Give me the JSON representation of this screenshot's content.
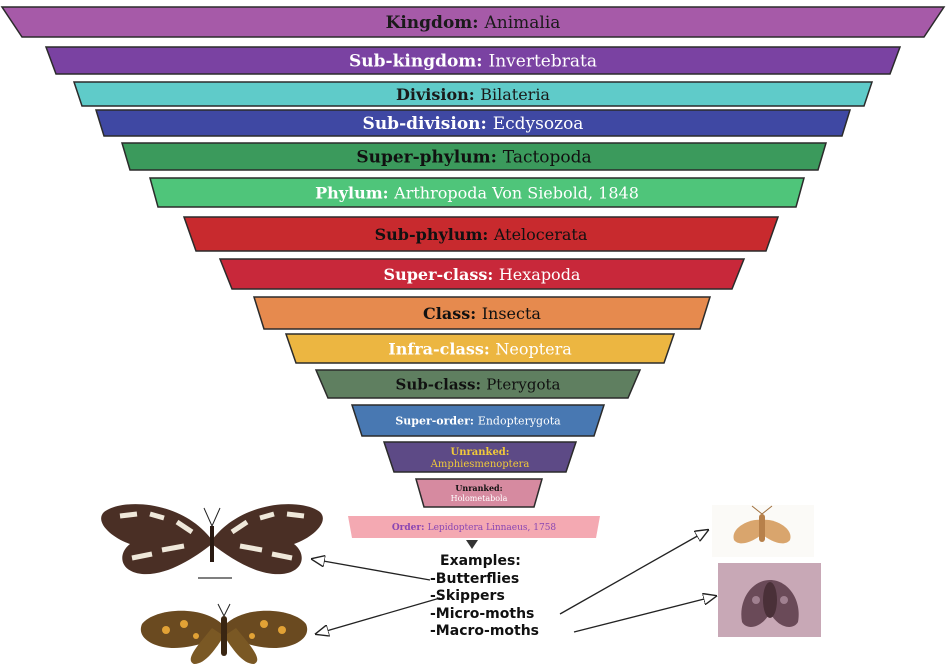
{
  "ranks": [
    {
      "rank": "Kingdom:",
      "value": "Animalia",
      "fill": "#a65aa8",
      "label_color": "#1a1a1a",
      "value_color": "#1a1a1a"
    },
    {
      "rank": "Sub-kingdom:",
      "value": "Invertebrata",
      "fill": "#7a42a2",
      "label_color": "#ffffff",
      "value_color": "#ffffff"
    },
    {
      "rank": "Division:",
      "value": "Bilateria",
      "fill": "#5fcbc9",
      "label_color": "#1a1a1a",
      "value_color": "#1a1a1a"
    },
    {
      "rank": "Sub-division:",
      "value": "Ecdysozoa",
      "fill": "#3f48a3",
      "label_color": "#ffffff",
      "value_color": "#ffffff"
    },
    {
      "rank": "Super-phylum:",
      "value": "Tactopoda",
      "fill": "#3b9a5c",
      "label_color": "#111111",
      "value_color": "#111111"
    },
    {
      "rank": "Phylum:",
      "value": "Arthropoda Von Siebold, 1848",
      "fill": "#4fc57a",
      "label_color": "#ffffff",
      "value_color": "#ffffff"
    },
    {
      "rank": "Sub-phylum:",
      "value": "Atelocerata",
      "fill": "#c82a2e",
      "label_color": "#111111",
      "value_color": "#111111"
    },
    {
      "rank": "Super-class:",
      "value": "Hexapoda",
      "fill": "#c8283a",
      "label_color": "#ffffff",
      "value_color": "#ffffff"
    },
    {
      "rank": "Class:",
      "value": "Insecta",
      "fill": "#e68a4e",
      "label_color": "#111111",
      "value_color": "#111111"
    },
    {
      "rank": "Infra-class:",
      "value": "Neoptera",
      "fill": "#ecb641",
      "label_color": "#ffffff",
      "value_color": "#ffffff"
    },
    {
      "rank": "Sub-class:",
      "value": "Pterygota",
      "fill": "#5f7f60",
      "label_color": "#111111",
      "value_color": "#111111"
    },
    {
      "rank": "Super-order:",
      "value": "Endopterygota",
      "fill": "#4878b2",
      "label_color": "#ffffff",
      "value_color": "#ffffff"
    },
    {
      "rank": "Unranked:",
      "value": "Amphiesmenoptera",
      "fill": "#5d4a86",
      "label_color": "#f0c93a",
      "value_color": "#f0c93a"
    },
    {
      "rank": "Unranked:",
      "value": "Holometabola",
      "fill": "#d68aa0",
      "label_color": "#111111",
      "value_color": "#ffffff"
    },
    {
      "rank": "Order:",
      "value": "Lepidoptera Linnaeus, 1758",
      "fill": "#f4a9b2",
      "label_color": "#8a46b3",
      "value_color": "#8a46b3"
    }
  ],
  "examples": {
    "title": "Examples:",
    "items": [
      "-Butterflies",
      "-Skippers",
      "-Micro-moths",
      "-Macro-moths"
    ]
  }
}
